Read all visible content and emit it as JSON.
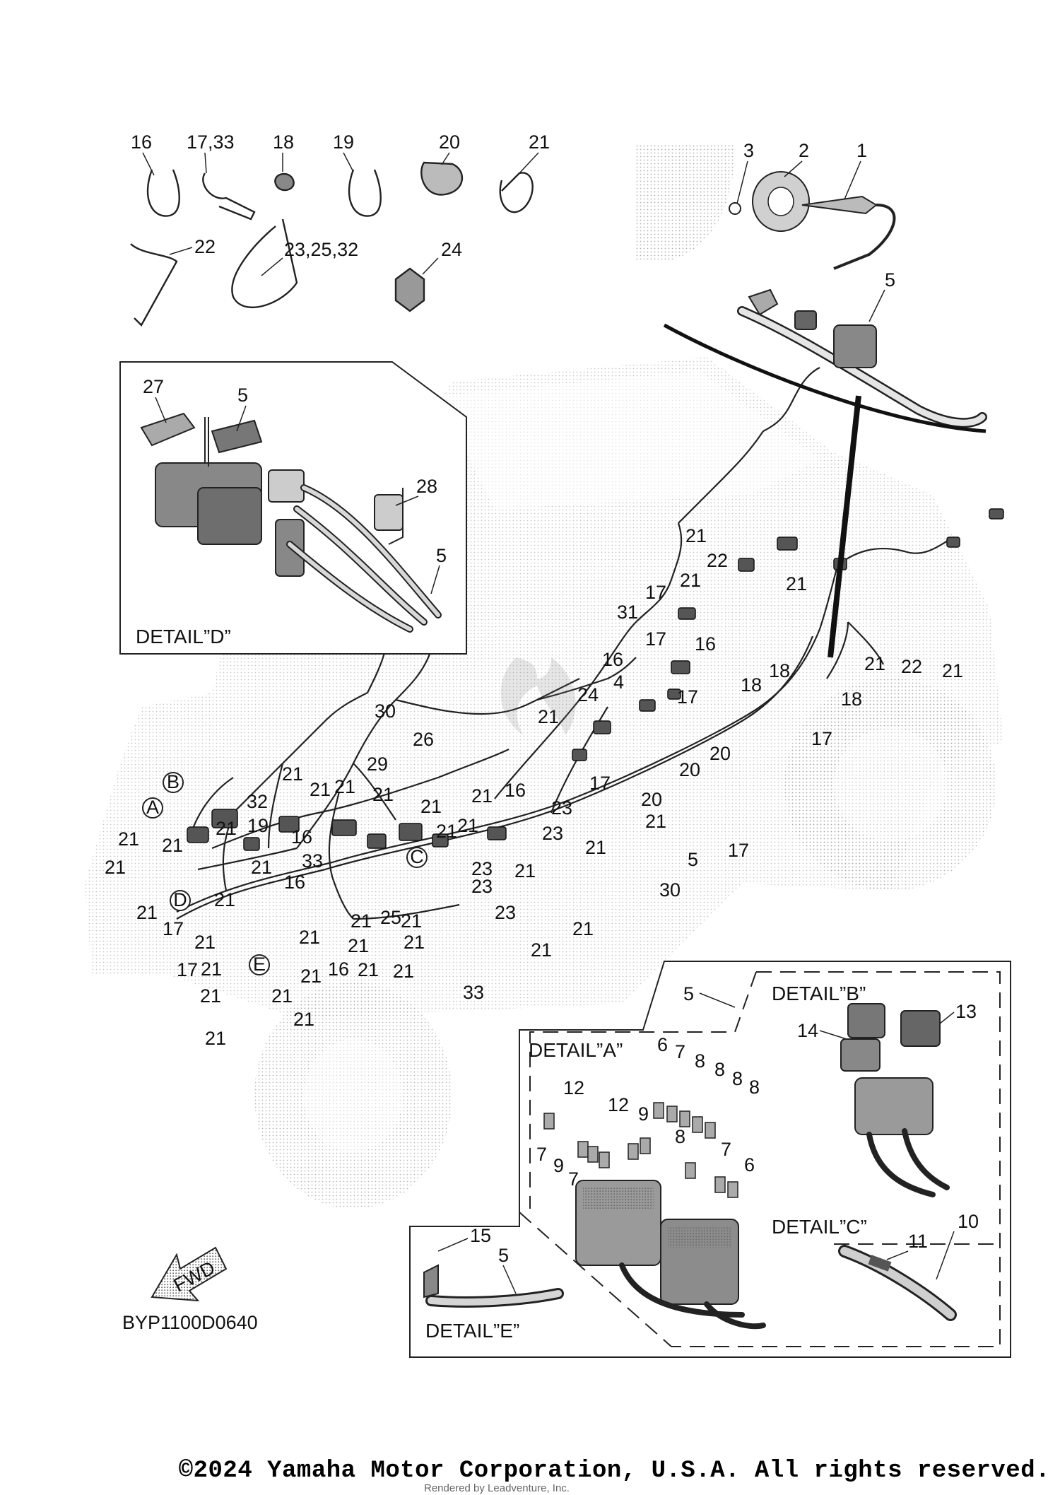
{
  "diagram": {
    "drawing_code": "BYP1100D0640",
    "direction_label": "FWD",
    "details": {
      "d": "DETAIL”D”",
      "a": "DETAIL”A”",
      "b": "DETAIL”B”",
      "c": "DETAIL”C”",
      "e": "DETAIL”E”"
    },
    "connector_markers": [
      "A",
      "B",
      "C",
      "D",
      "E"
    ],
    "callouts": {
      "top_parts": [
        "16",
        "17,33",
        "18",
        "19",
        "20",
        "21",
        "22",
        "23,25,32",
        "24"
      ],
      "sensor_group": [
        "1",
        "2",
        "3",
        "5"
      ],
      "detail_d": [
        "27",
        "5",
        "28",
        "5"
      ],
      "detail_a": [
        "12",
        "6",
        "7",
        "8",
        "8",
        "8",
        "8",
        "12",
        "9",
        "7",
        "9",
        "7",
        "8",
        "7",
        "6"
      ],
      "detail_b": [
        "5",
        "14",
        "13"
      ],
      "detail_c": [
        "11",
        "10"
      ],
      "detail_e": [
        "15",
        "5"
      ],
      "harness": [
        "21",
        "22",
        "21",
        "21",
        "17",
        "31",
        "17",
        "16",
        "16",
        "24",
        "4",
        "17",
        "21",
        "21",
        "22",
        "21",
        "18",
        "18",
        "18",
        "17",
        "20",
        "20",
        "17",
        "20",
        "21",
        "21",
        "17",
        "5",
        "30",
        "16",
        "23",
        "23",
        "21",
        "23",
        "23",
        "23",
        "21",
        "21",
        "21",
        "21",
        "21",
        "30",
        "26",
        "29",
        "21",
        "21",
        "21",
        "21",
        "32",
        "21",
        "21",
        "19",
        "21",
        "21",
        "21",
        "21",
        "21",
        "16",
        "33",
        "16",
        "21",
        "21",
        "21",
        "17",
        "21",
        "17",
        "21",
        "21",
        "21",
        "25",
        "21",
        "21",
        "21",
        "21",
        "16",
        "21",
        "21",
        "21",
        "21",
        "33"
      ]
    }
  },
  "footer": {
    "copyright": "©2024 Yamaha Motor Corporation, U.S.A. All rights reserved.",
    "rendered_by": "Rendered by Leadventure, Inc."
  }
}
